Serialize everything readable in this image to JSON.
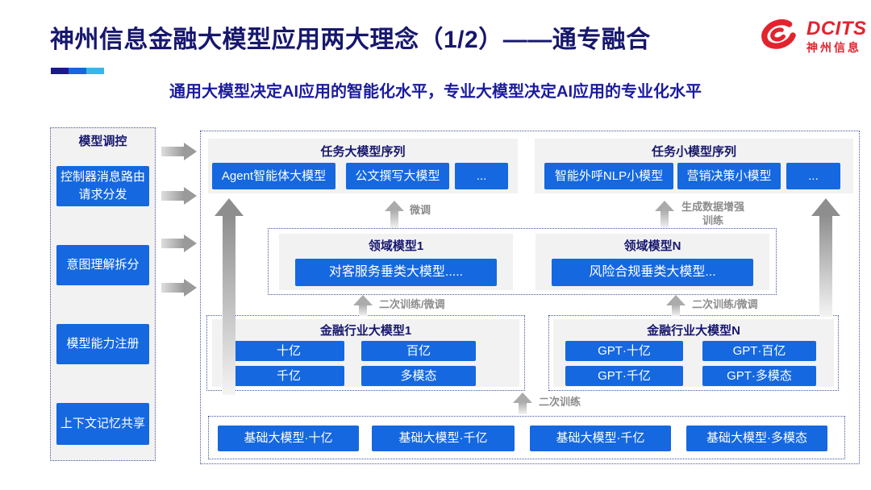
{
  "colors": {
    "title_navy": "#17176E",
    "subtitle_blue": "#1B1B9E",
    "button_blue": "#1568E0",
    "panel_gray": "#F2F2F2",
    "logo_red": "#E2232E",
    "accent_dark": "#1A1A8C",
    "accent_mid": "#1566E0",
    "accent_light": "#3AB5E9",
    "arrow_gray": "#8E8E8E",
    "dotted_border": "#4554A0"
  },
  "header": {
    "title": "神州信息金融大模型应用两大理念（1/2）——通专融合",
    "subtitle": "通用大模型决定AI应用的智能化水平，专业大模型决定AI应用的专业化水平",
    "logo_text": "DCITS",
    "logo_subtext": "神州信息"
  },
  "sidebar": {
    "title": "模型调控",
    "items": [
      {
        "label": "控制器消息路由请求分发"
      },
      {
        "label": "意图理解拆分"
      },
      {
        "label": "模型能力注册"
      },
      {
        "label": "上下文记忆共享"
      }
    ]
  },
  "main": {
    "task_large": {
      "title": "任务大模型序列",
      "buttons": [
        "Agent智能体大模型",
        "公文撰写大模型",
        "..."
      ]
    },
    "task_small": {
      "title": "任务小模型序列",
      "buttons": [
        "智能外呼NLP小模型",
        "营销决策小模型",
        "..."
      ]
    },
    "domain": {
      "groups": [
        {
          "title": "领域模型1",
          "button": "对客服务垂类大模型....."
        },
        {
          "title": "领域模型N",
          "button": "风险合规垂类大模型..."
        }
      ]
    },
    "industry": [
      {
        "title": "金融行业大模型1",
        "buttons": [
          "十亿",
          "百亿",
          "千亿",
          "多模态"
        ]
      },
      {
        "title": "金融行业大模型N",
        "buttons": [
          "GPT·十亿",
          "GPT·百亿",
          "GPT·千亿",
          "GPT·多模态"
        ]
      }
    ],
    "base": {
      "buttons": [
        "基础大模型·十亿",
        "基础大模型·千亿",
        "基础大模型·千亿",
        "基础大模型·多模态"
      ]
    },
    "arrow_labels": {
      "fine_tune": "微调",
      "gen_data": "生成数据增强训练",
      "retrain_ft": "二次训练/微调",
      "retrain": "二次训练"
    }
  }
}
